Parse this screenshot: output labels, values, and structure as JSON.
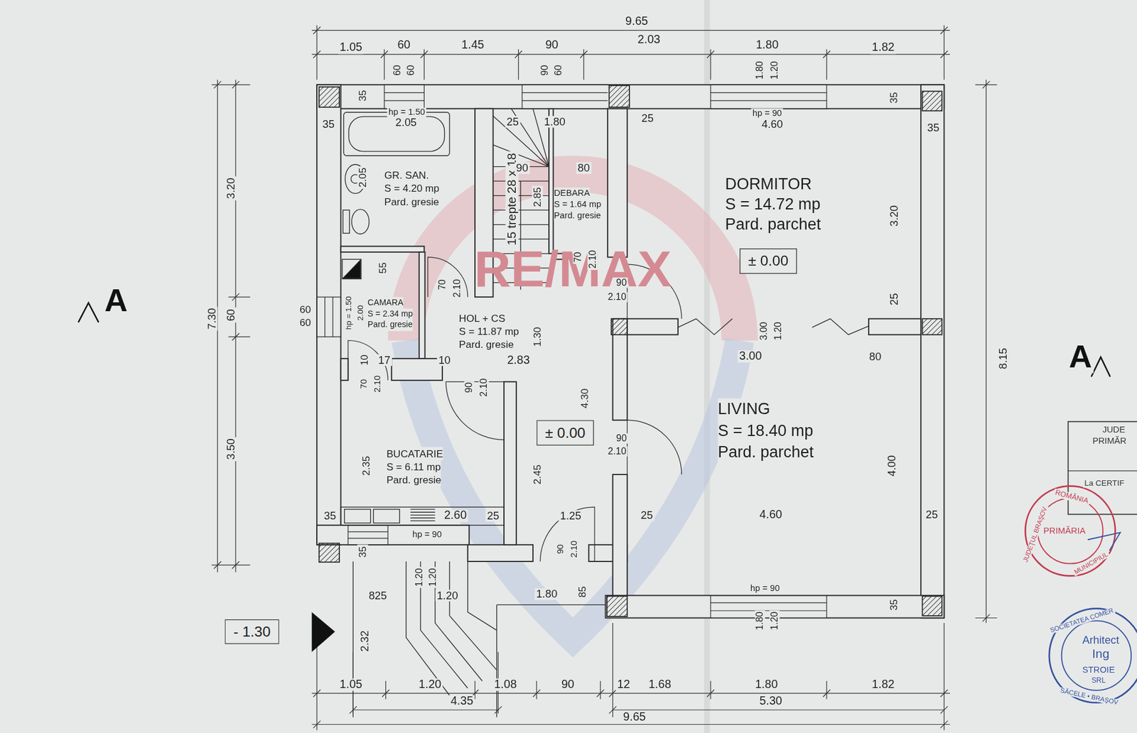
{
  "diagram": {
    "nodes": [
      {
        "text": [
          "GR. SAN.",
          "S = 4.20 mp",
          "Pard. gresie"
        ]
      },
      {
        "text": [
          "DEBARA",
          "S = 1.64 mp",
          "Pard. gresie"
        ]
      },
      {
        "text": [
          "DORMITOR",
          "S = 14.72 mp",
          "Pard. parchet"
        ]
      },
      {
        "text": [
          "± 0.00"
        ],
        "in": 2
      },
      {
        "text": [
          "CAMARA",
          "S = 2.34 mp",
          "Pard. gresie"
        ]
      },
      {
        "text": [
          "HOL + CS",
          "S = 11.87 mp",
          "Pard. gresie"
        ]
      },
      {
        "text": [
          "BUCATARIE",
          "S = 6.11 mp",
          "Pard. gresie"
        ]
      },
      {
        "text": [
          "± 0.00"
        ],
        "in": 5
      },
      {
        "text": [
          "LIVING",
          "S = 18.40 mp",
          "Pard. parchet"
        ]
      },
      {
        "text": [
          "- 1.30"
        ]
      }
    ],
    "labels": [
      "9.65",
      "1.05",
      "60",
      "1.45",
      "90",
      "2.03",
      "1.80",
      "1.82",
      "60",
      "60",
      "90",
      "60",
      "1.80",
      "1.20",
      "35",
      "hp = 1.50",
      "2.05",
      "35",
      "25",
      "1.80",
      "25",
      "hp = 90",
      "4.60",
      "35",
      "35",
      "2.05",
      "15 trepte 28 x 18",
      "90",
      "80",
      "2.85",
      "70",
      "2.10",
      "90",
      "2.10",
      "55",
      "70",
      "2.10",
      "60",
      "60",
      "hp = 1.50",
      "2.00",
      "1.30",
      "3.20",
      "60",
      "3.50",
      "7.30",
      "3.20",
      "25",
      "4.00",
      "8.15",
      "3.00",
      "1.20",
      "3.00",
      "80",
      "10",
      "17",
      "10",
      "2.83",
      "70",
      "2.10",
      "90",
      "2.10",
      "4.30",
      "90",
      "2.10",
      "2.35",
      "2.45",
      "35",
      "2.60",
      "25",
      "1.25",
      "25",
      "4.60",
      "25",
      "hp = 90",
      "35",
      "90",
      "2.10",
      "1.20",
      "1.20",
      "825",
      "1.20",
      "1.80",
      "85",
      "hp = 90",
      "35",
      "1.80",
      "1.20",
      "2.32",
      "1.05",
      "1.20",
      "1.08",
      "90",
      "12",
      "1.68",
      "1.80",
      "1.82",
      "4.35",
      "5.30",
      "9.65",
      "A",
      "A",
      "RE/MAX",
      "JUDE",
      "PRIMĂR",
      "La CERTIF",
      "ROMÂNIA",
      "JUDEŢUL BRAŞOV",
      "PRIMĂRIA",
      "MUNICIPIUL",
      "SOCIETATEA COMER",
      "Arhitect",
      "Ing",
      "STROIE",
      "SRL",
      "SĂCELE • BRAŞOV"
    ]
  }
}
